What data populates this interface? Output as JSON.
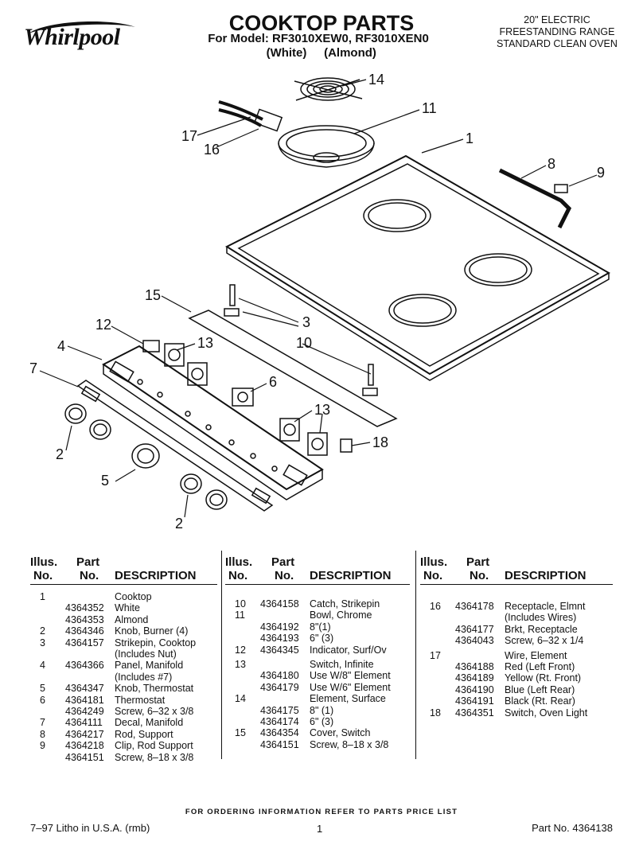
{
  "header": {
    "brand": "Whirlpool",
    "title": "COOKTOP PARTS",
    "model_line": "For Model: RF3010XEW0, RF3010XEN0",
    "color_white": "(White)",
    "color_almond": "(Almond)",
    "range_lines": [
      "20\" ELECTRIC",
      "FREESTANDING RANGE",
      "STANDARD CLEAN OVEN"
    ]
  },
  "callouts": [
    "14",
    "11",
    "17",
    "16",
    "1",
    "8",
    "9",
    "15",
    "3",
    "12",
    "13",
    "10",
    "4",
    "7",
    "6",
    "13",
    "18",
    "2",
    "5",
    "2"
  ],
  "table": {
    "headers": {
      "illus_1": "Illus.",
      "illus_2": "No.",
      "part_1": "Part",
      "part_2": "No.",
      "desc": "DESCRIPTION"
    },
    "columns": [
      [
        {
          "illus": "1",
          "part": "",
          "desc": "Cooktop"
        },
        {
          "illus": "",
          "part": "4364352",
          "desc": "White"
        },
        {
          "illus": "",
          "part": "4364353",
          "desc": "Almond"
        },
        {
          "illus": "2",
          "part": "4364346",
          "desc": "Knob, Burner (4)"
        },
        {
          "illus": "3",
          "part": "4364157",
          "desc": "Strikepin, Cooktop"
        },
        {
          "illus": "",
          "part": "",
          "desc": "(Includes Nut)"
        },
        {
          "illus": "4",
          "part": "4364366",
          "desc": "Panel, Manifold"
        },
        {
          "illus": "",
          "part": "",
          "desc": "(Includes #7)"
        },
        {
          "illus": "5",
          "part": "4364347",
          "desc": "Knob, Thermostat"
        },
        {
          "illus": "6",
          "part": "4364181",
          "desc": "Thermostat"
        },
        {
          "illus": "",
          "part": "4364249",
          "desc": "Screw, 6–32 x 3/8"
        },
        {
          "illus": "7",
          "part": "4364111",
          "desc": "Decal, Manifold"
        },
        {
          "illus": "8",
          "part": "4364217",
          "desc": "Rod, Support"
        },
        {
          "illus": "9",
          "part": "4364218",
          "desc": "Clip, Rod Support"
        },
        {
          "illus": "",
          "part": "4364151",
          "desc": "Screw, 8–18 x 3/8"
        }
      ],
      [
        {
          "illus": "10",
          "part": "4364158",
          "desc": "Catch, Strikepin"
        },
        {
          "illus": "11",
          "part": "",
          "desc": "Bowl, Chrome"
        },
        {
          "illus": "",
          "part": "4364192",
          "desc": "8\"(1)"
        },
        {
          "illus": "",
          "part": "4364193",
          "desc": "6\" (3)"
        },
        {
          "illus": "12",
          "part": "4364345",
          "desc": "Indicator, Surf/Ov"
        },
        {
          "illus": "13",
          "part": "",
          "desc": "Switch, Infinite"
        },
        {
          "illus": "",
          "part": "4364180",
          "desc": "Use W/8\" Element"
        },
        {
          "illus": "",
          "part": "4364179",
          "desc": "Use W/6\" Element"
        },
        {
          "illus": "14",
          "part": "",
          "desc": "Element, Surface"
        },
        {
          "illus": "",
          "part": "4364175",
          "desc": "8\" (1)"
        },
        {
          "illus": "",
          "part": "4364174",
          "desc": "6\" (3)"
        },
        {
          "illus": "15",
          "part": "4364354",
          "desc": "Cover, Switch"
        },
        {
          "illus": "",
          "part": "4364151",
          "desc": "Screw, 8–18 x 3/8"
        }
      ],
      [
        {
          "illus": "16",
          "part": "4364178",
          "desc": "Receptacle, Elmnt"
        },
        {
          "illus": "",
          "part": "",
          "desc": "(Includes Wires)"
        },
        {
          "illus": "",
          "part": "4364177",
          "desc": "Brkt, Receptacle"
        },
        {
          "illus": "",
          "part": "4364043",
          "desc": "Screw, 6–32 x 1/4"
        },
        {
          "illus": "17",
          "part": "",
          "desc": "Wire, Element"
        },
        {
          "illus": "",
          "part": "4364188",
          "desc": "Red (Left Front)"
        },
        {
          "illus": "",
          "part": "4364189",
          "desc": "Yellow (Rt. Front)"
        },
        {
          "illus": "",
          "part": "4364190",
          "desc": "Blue (Left Rear)"
        },
        {
          "illus": "",
          "part": "4364191",
          "desc": "Black (Rt. Rear)"
        },
        {
          "illus": "18",
          "part": "4364351",
          "desc": "Switch, Oven Light"
        }
      ]
    ]
  },
  "footer": {
    "ordering": "FOR ORDERING INFORMATION REFER TO PARTS PRICE LIST",
    "litho": "7–97 Litho in U.S.A. (rmb)",
    "page": "1",
    "part_no": "Part No. 4364138"
  }
}
